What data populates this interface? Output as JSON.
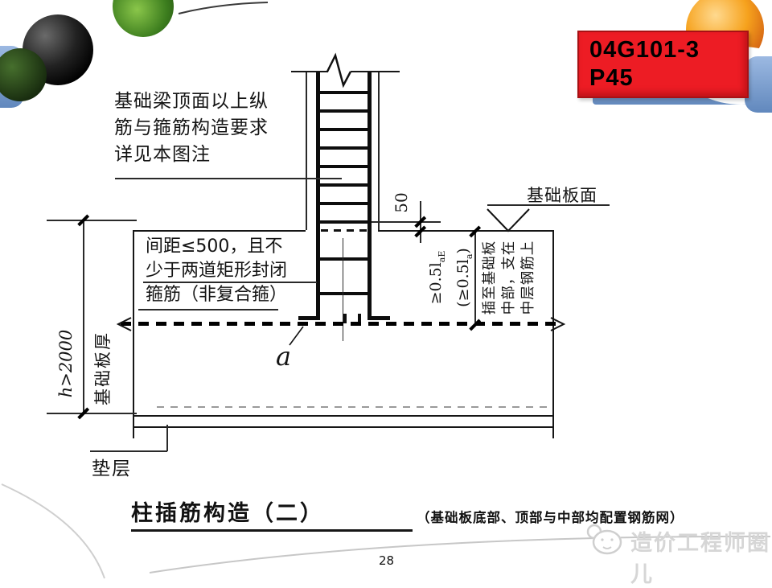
{
  "slide": {
    "page_number": "28",
    "reference_box": {
      "line1": "04G101-3",
      "line2": "P45"
    },
    "watermark_text": "造价工程师圈儿"
  },
  "diagram": {
    "top_note": {
      "line1": "基础梁顶面以上纵",
      "line2": "筋与箍筋构造要求",
      "line3": "详见本图注"
    },
    "stirrup_note": {
      "line1": "间距≤500，且不",
      "line2": "少于两道矩形封闭",
      "line3": "箍筋（非复合箍）"
    },
    "labels": {
      "slab_surface": "基础板面",
      "cushion": "垫层",
      "point_a": "a",
      "anchor_note_line1": "插至基础板",
      "anchor_note_line2": "中部，支在",
      "anchor_note_line3": "中层钢筋上"
    },
    "dimensions": {
      "slab_thickness_value": "h>2000",
      "slab_thickness_label": "基础板厚",
      "top_offset": "50",
      "anchor_main": "≥0.5l",
      "anchor_main_sub": "aE",
      "anchor_alt_open": "(≥0.5l",
      "anchor_alt_sub": "a",
      "anchor_alt_close": ")"
    },
    "caption": {
      "title": "柱插筋构造（二）",
      "subtitle": "（基础板底部、顶部与中部均配置钢筋网）"
    }
  }
}
